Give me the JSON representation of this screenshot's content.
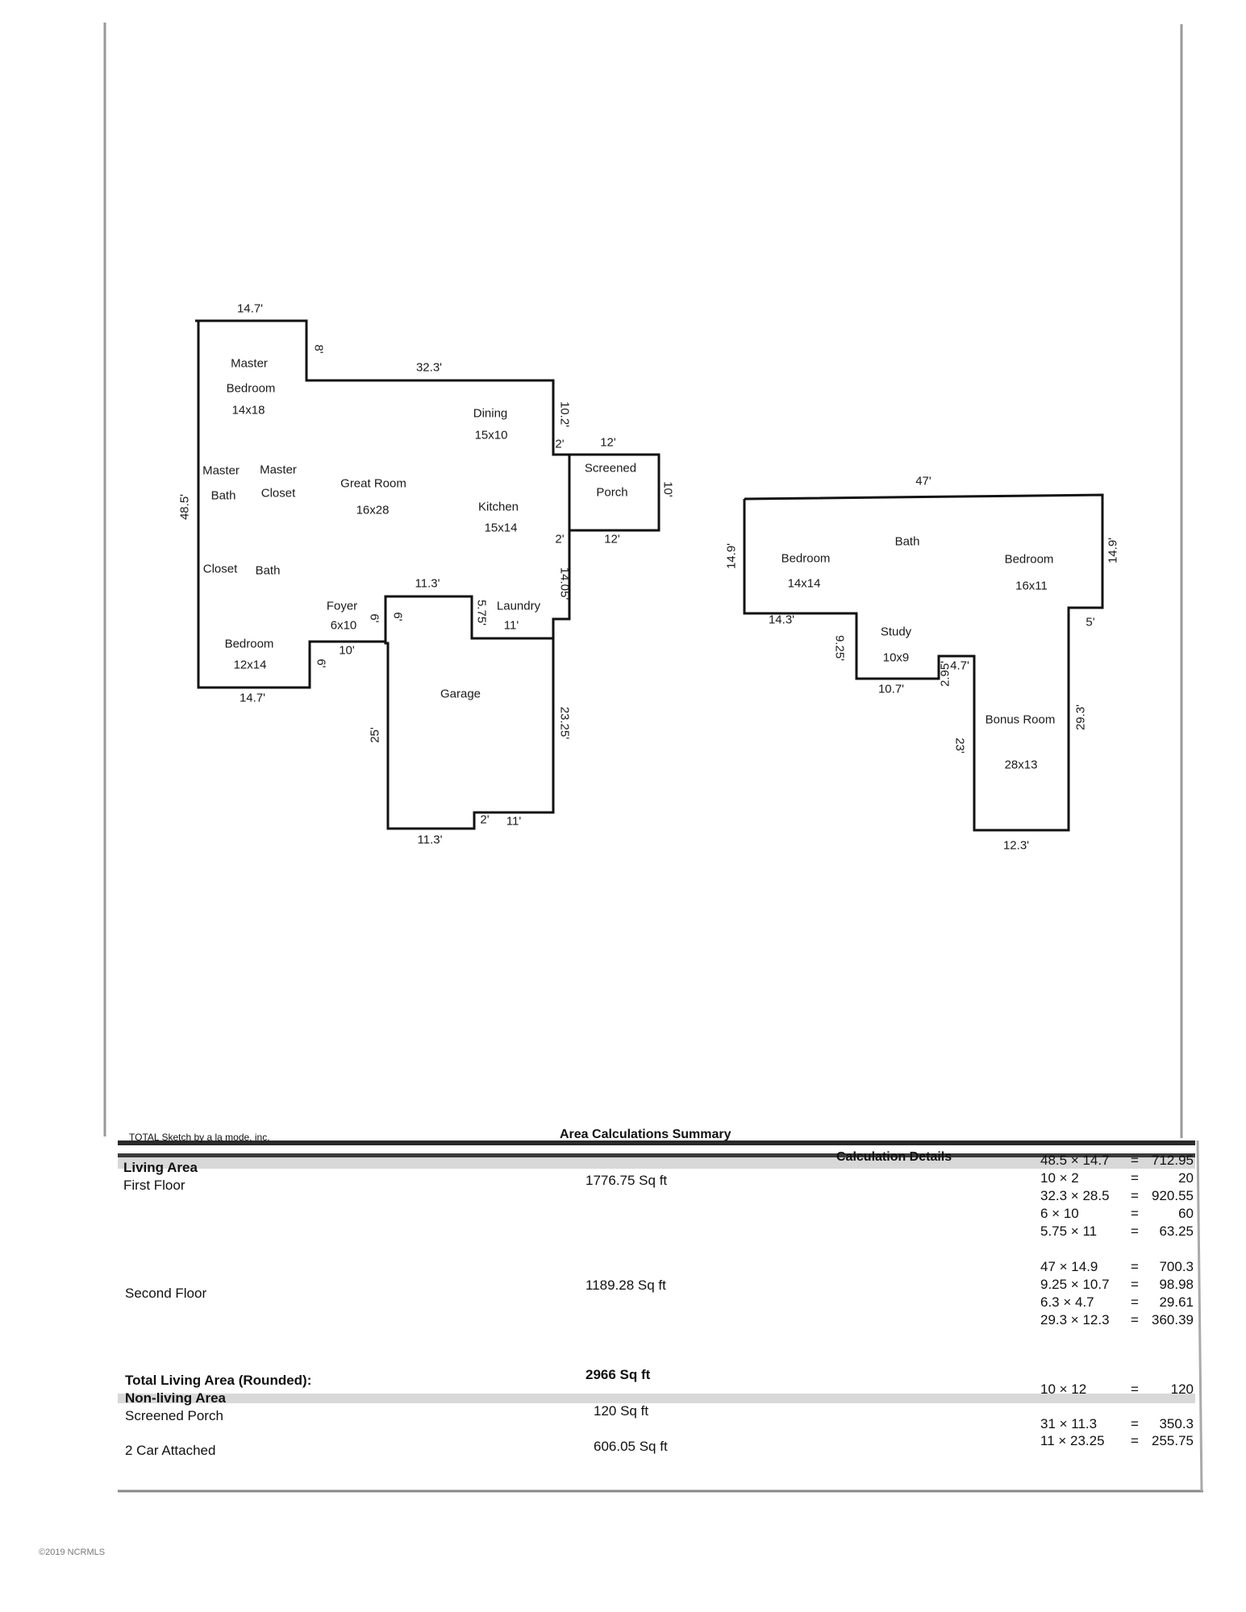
{
  "first_floor": {
    "rooms": [
      {
        "id": "master-bedroom-1",
        "text": "Master"
      },
      {
        "id": "master-bedroom-2",
        "text": "Bedroom"
      },
      {
        "id": "master-bedroom-3",
        "text": "14x18"
      },
      {
        "id": "master-bath-1",
        "text": "Master"
      },
      {
        "id": "master-bath-2",
        "text": "Bath"
      },
      {
        "id": "master-closet-1",
        "text": "Master"
      },
      {
        "id": "master-closet-2",
        "text": "Closet"
      },
      {
        "id": "great-room-1",
        "text": "Great Room"
      },
      {
        "id": "great-room-2",
        "text": "16x28"
      },
      {
        "id": "dining-1",
        "text": "Dining"
      },
      {
        "id": "dining-2",
        "text": "15x10"
      },
      {
        "id": "kitchen-1",
        "text": "Kitchen"
      },
      {
        "id": "kitchen-2",
        "text": "15x14"
      },
      {
        "id": "screened-porch-1",
        "text": "Screened"
      },
      {
        "id": "screened-porch-2",
        "text": "Porch"
      },
      {
        "id": "closet",
        "text": "Closet"
      },
      {
        "id": "bath",
        "text": "Bath"
      },
      {
        "id": "foyer-1",
        "text": "Foyer"
      },
      {
        "id": "foyer-2",
        "text": "6x10"
      },
      {
        "id": "laundry",
        "text": "Laundry"
      },
      {
        "id": "bedroom-1",
        "text": "Bedroom"
      },
      {
        "id": "bedroom-2",
        "text": "12x14"
      },
      {
        "id": "garage",
        "text": "Garage"
      }
    ],
    "dims": [
      "14.7'",
      "8'",
      "32.3'",
      "10.2'",
      "2'",
      "12'",
      "10'",
      "2'",
      "12'",
      "14.05'",
      "48.5'",
      "11.3'",
      "5.75'",
      "11'",
      "6'",
      "6'",
      "10'",
      "6'",
      "14.7'",
      "25'",
      "23.25'",
      "2'",
      "11'",
      "11.3'"
    ]
  },
  "second_floor": {
    "rooms": [
      {
        "id": "bath",
        "text": "Bath"
      },
      {
        "id": "bedroom-left-1",
        "text": "Bedroom"
      },
      {
        "id": "bedroom-left-2",
        "text": "14x14"
      },
      {
        "id": "bedroom-right-1",
        "text": "Bedroom"
      },
      {
        "id": "bedroom-right-2",
        "text": "16x11"
      },
      {
        "id": "study-1",
        "text": "Study"
      },
      {
        "id": "study-2",
        "text": "10x9"
      },
      {
        "id": "bonus-room-1",
        "text": "Bonus Room"
      },
      {
        "id": "bonus-room-2",
        "text": "28x13"
      }
    ],
    "dims": [
      "47'",
      "14.9'",
      "14.9'",
      "14.3'",
      "9.25'",
      "10.7'",
      "2.95'",
      "4.7'",
      "5'",
      "29.3'",
      "23'",
      "12.3'"
    ]
  },
  "summary": {
    "software": "TOTAL Sketch by a la mode, inc.",
    "title": "Area Calculations Summary",
    "details_heading": "Calculation Details",
    "living_area": "Living Area",
    "first_floor_label": "First Floor",
    "first_floor_value": "1776.75 Sq ft",
    "second_floor_label": "Second Floor",
    "second_floor_value": "1189.28 Sq ft",
    "total_label": "Total Living Area (Rounded):",
    "total_value": "2966 Sq ft",
    "non_living_area": "Non-living Area",
    "porch_label": "Screened Porch",
    "porch_value": "120 Sq ft",
    "garage_label": "2 Car Attached",
    "garage_value": "606.05 Sq ft",
    "calcs": [
      {
        "expr": "48.5 × 14.7",
        "eq": "=",
        "res": "712.95"
      },
      {
        "expr": "10 × 2",
        "eq": "=",
        "res": "20"
      },
      {
        "expr": "32.3 × 28.5",
        "eq": "=",
        "res": "920.55"
      },
      {
        "expr": "6 × 10",
        "eq": "=",
        "res": "60"
      },
      {
        "expr": "5.75 × 11",
        "eq": "=",
        "res": "63.25"
      },
      {
        "expr": "47 × 14.9",
        "eq": "=",
        "res": "700.3"
      },
      {
        "expr": "9.25 × 10.7",
        "eq": "=",
        "res": "98.98"
      },
      {
        "expr": "6.3 × 4.7",
        "eq": "=",
        "res": "29.61"
      },
      {
        "expr": "29.3 × 12.3",
        "eq": "=",
        "res": "360.39"
      },
      {
        "expr": "10 × 12",
        "eq": "=",
        "res": "120"
      },
      {
        "expr": "31 × 11.3",
        "eq": "=",
        "res": "350.3"
      },
      {
        "expr": "11 × 23.25",
        "eq": "=",
        "res": "255.75"
      }
    ]
  },
  "watermark": "©2019 NCRMLS"
}
